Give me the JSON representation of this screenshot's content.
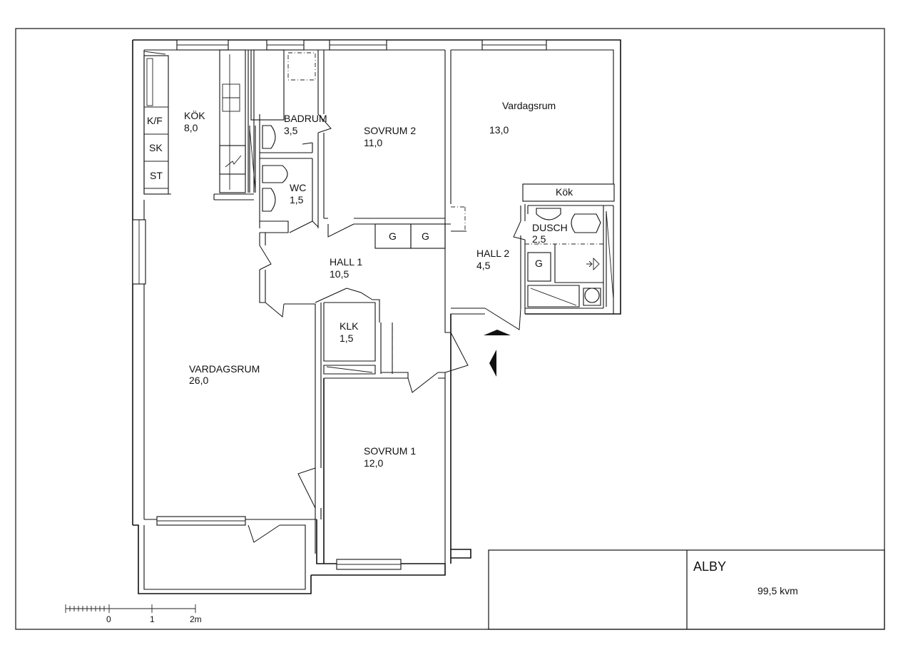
{
  "title_block": {
    "name": "ALBY",
    "area": "99,5 kvm"
  },
  "rooms": {
    "kok": {
      "name": "KÖK",
      "area": "8,0"
    },
    "badrum": {
      "name": "BADRUM",
      "area": "3,5"
    },
    "wc": {
      "name": "WC",
      "area": "1,5"
    },
    "sovrum2": {
      "name": "SOVRUM 2",
      "area": "11,0"
    },
    "vardagsrum_small": {
      "name": "Vardagsrum",
      "area": "13,0"
    },
    "kok_small": {
      "name": "Kök"
    },
    "dusch": {
      "name": "DUSCH",
      "area": "2,5"
    },
    "hall1": {
      "name": "HALL 1",
      "area": "10,5"
    },
    "hall2": {
      "name": "HALL 2",
      "area": "4,5"
    },
    "klk": {
      "name": "KLK",
      "area": "1,5"
    },
    "vardagsrum": {
      "name": "VARDAGSRUM",
      "area": "26,0"
    },
    "sovrum1": {
      "name": "SOVRUM 1",
      "area": "12,0"
    }
  },
  "fixtures": {
    "kf": "K/F",
    "sk": "SK",
    "st": "ST",
    "g": "G"
  },
  "scale_bar": {
    "labels": [
      "0",
      "1",
      "2m"
    ]
  }
}
